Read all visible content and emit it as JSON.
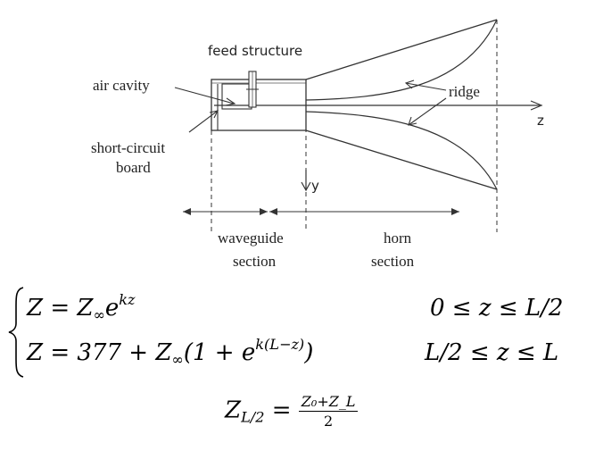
{
  "diagram": {
    "labels": {
      "feed_structure": "feed structure",
      "air_cavity": "air cavity",
      "short_circuit_line1": "short-circuit",
      "short_circuit_line2": "board",
      "ridge": "ridge",
      "z_axis": "z",
      "y_axis": "y",
      "waveguide_line1": "waveguide",
      "waveguide_line2": "section",
      "horn_line1": "horn",
      "horn_line2": "section"
    }
  },
  "equations": {
    "eq1_lhs": "Z = Z",
    "eq1_inf": "∞",
    "eq1_e": "e",
    "eq1_exp": "kz",
    "eq1_cond": "0 ≤ z ≤ L/2",
    "eq2_lhs": "Z = 377 + Z",
    "eq2_inf": "∞",
    "eq2_mid": "(1 + e",
    "eq2_exp": "k(L−z)",
    "eq2_close": ")",
    "eq2_cond": "L/2 ≤ z ≤ L",
    "eq3_lhs": "Z",
    "eq3_sub": "L/2",
    "eq3_eq": " = ",
    "eq3_num": "Z₀+Z_L",
    "eq3_den": "2"
  }
}
